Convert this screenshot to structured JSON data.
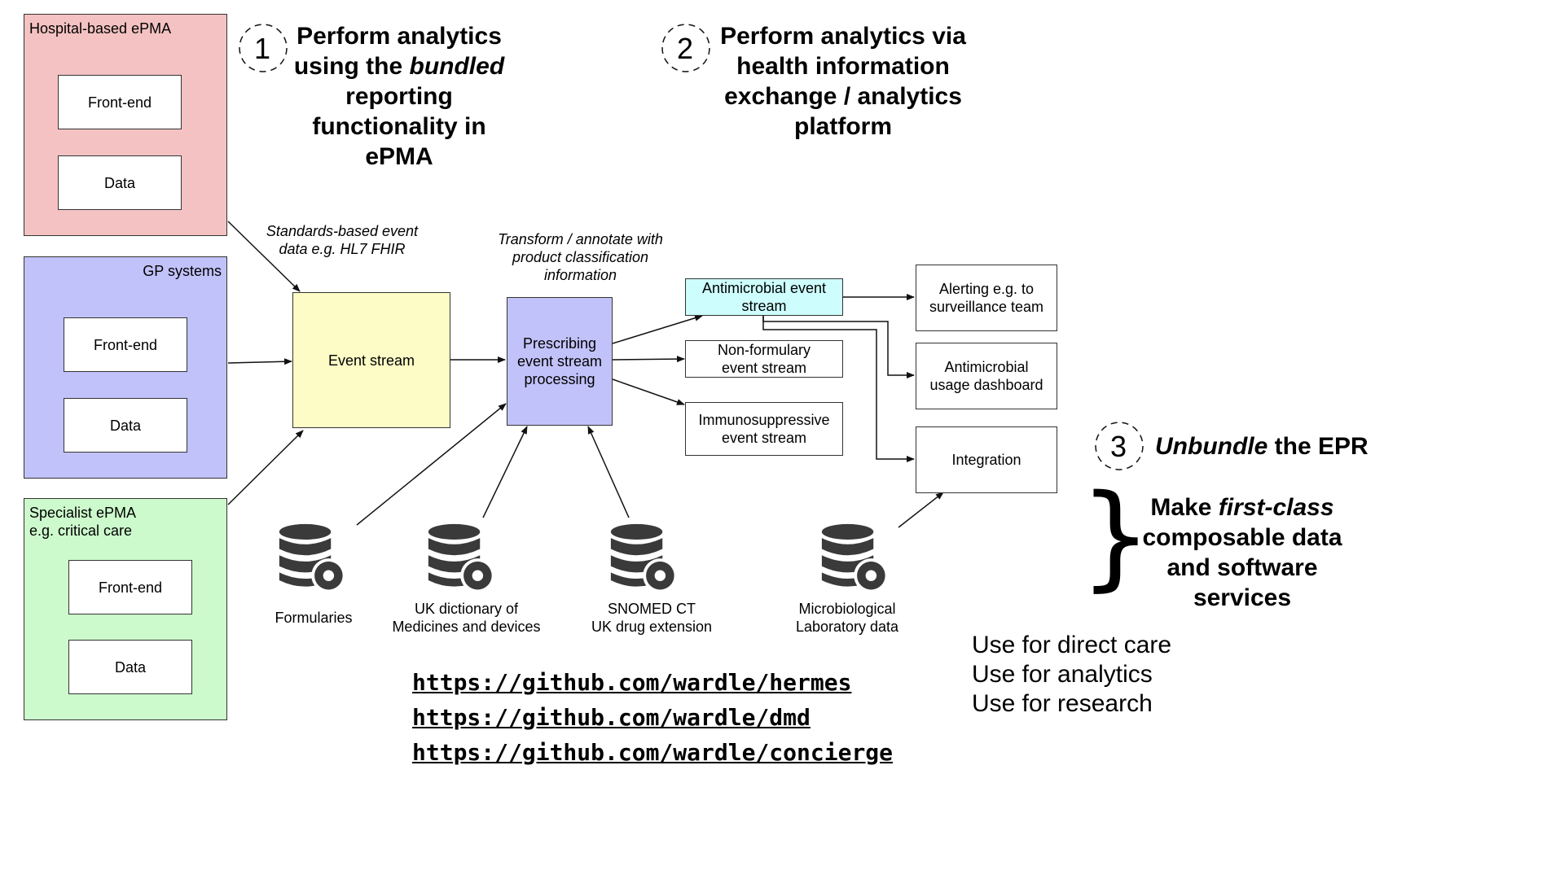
{
  "sources": {
    "hospital": {
      "label": "Hospital-based ePMA",
      "frontend": "Front-end",
      "data": "Data",
      "color": "#f4c2c2"
    },
    "gp": {
      "label": "GP systems",
      "frontend": "Front-end",
      "data": "Data",
      "color": "#c2c2fa"
    },
    "specialist": {
      "label_line1": "Specialist ePMA",
      "label_line2": "e.g. critical care",
      "frontend": "Front-end",
      "data": "Data",
      "color": "#cdfacd"
    }
  },
  "annotations": {
    "standards": "Standards-based event data e.g. HL7 FHIR",
    "transform": "Transform / annotate with product classification information"
  },
  "pipeline": {
    "event_stream": "Event stream",
    "processing": "Prescribing event stream processing",
    "antimicrobial_stream": "Antimicrobial event stream",
    "nonformulary_stream": "Non-formulary event stream",
    "immuno_stream": "Immunosuppressive event stream",
    "alerting": "Alerting e.g. to surveillance team",
    "dashboard": "Antimicrobial usage dashboard",
    "integration": "Integration"
  },
  "databases": {
    "formularies": "Formularies",
    "dmd": "UK dictionary of Medicines and devices",
    "snomed_line1": "SNOMED CT",
    "snomed_line2": "UK drug extension",
    "micro_line1": "Microbiological",
    "micro_line2": "Laboratory data"
  },
  "options": {
    "opt1": {
      "number": "1",
      "line1": "Perform analytics",
      "line2_pre": "using the ",
      "line2_em": "bundled",
      "line3": "reporting",
      "line4": "functionality in",
      "line5": "ePMA"
    },
    "opt2": {
      "number": "2",
      "line1": "Perform analytics via",
      "line2": "health information",
      "line3": "exchange / analytics",
      "line4": "platform"
    },
    "opt3": {
      "number": "3",
      "title_em": "Unbundle",
      "title_rest": " the EPR"
    }
  },
  "composable": {
    "line1_pre": "Make ",
    "line1_em": "first-class",
    "line2": "composable data",
    "line3": "and software",
    "line4": "services"
  },
  "uses": [
    "Use for direct care",
    "Use for analytics",
    "Use for research"
  ],
  "links": [
    "https://github.com/wardle/hermes",
    "https://github.com/wardle/dmd",
    "https://github.com/wardle/concierge"
  ],
  "colors": {
    "event_stream": "#fdfcc6",
    "processing": "#c2c2fa",
    "antimicrobial": "#cdfdfd"
  }
}
